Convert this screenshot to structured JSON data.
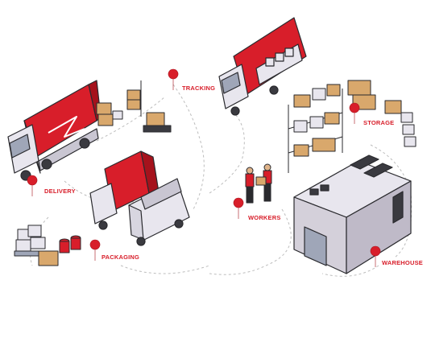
{
  "labels": {
    "tracking": "TRACKING",
    "storage": "STORAGE",
    "delivery": "DELIVERY",
    "workers": "WORKERS",
    "packaging": "PACKAGING",
    "warehouse": "WAREHOUSE"
  },
  "colors": {
    "brand_red": "#d81e2a",
    "outline": "#2a2a2e",
    "truck_white": "#e8e6ee",
    "box_brown": "#d9a86c",
    "building_gray": "#d4d0da",
    "dash_path": "#b9b9b9"
  },
  "icons": [
    "location-pin-icon"
  ]
}
